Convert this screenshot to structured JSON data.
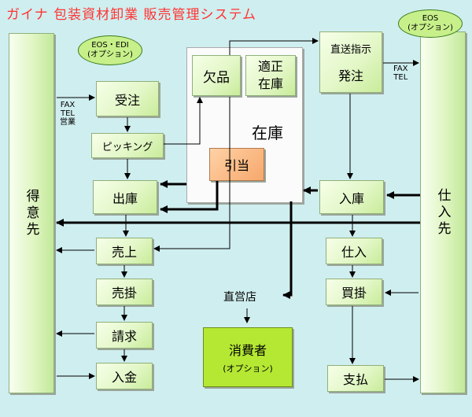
{
  "title": "ガイナ 包装資材卸業 販売管理システム",
  "left_party": "得意先",
  "right_party": "仕入先",
  "eos_edi": {
    "line1": "EOS・EDI",
    "line2": "(オプション)"
  },
  "eos": {
    "line1": "EOS",
    "line2": "(オプション)"
  },
  "left_contact": {
    "line1": "FAX",
    "line2": "TEL",
    "line3": "営業"
  },
  "right_contact": {
    "line1": "FAX",
    "line2": "TEL"
  },
  "boxes": {
    "juchu": "受注",
    "picking": "ピッキング",
    "shukko": "出庫",
    "uriage": "売上",
    "urikake": "売掛",
    "seikyu": "請求",
    "nyukin": "入金",
    "keppin": "欠品",
    "tekisei_line1": "適正",
    "tekisei_line2": "在庫",
    "hikiate": "引当",
    "zaiko": "在庫",
    "chokuso": "直送指示",
    "hacchu": "発注",
    "nyuko": "入庫",
    "shiire": "仕入",
    "kaikake": "買掛",
    "shiharai": "支払",
    "chokueiten": "直営店",
    "shohisha": "消費者",
    "shohisha_opt": "(オプション)"
  }
}
